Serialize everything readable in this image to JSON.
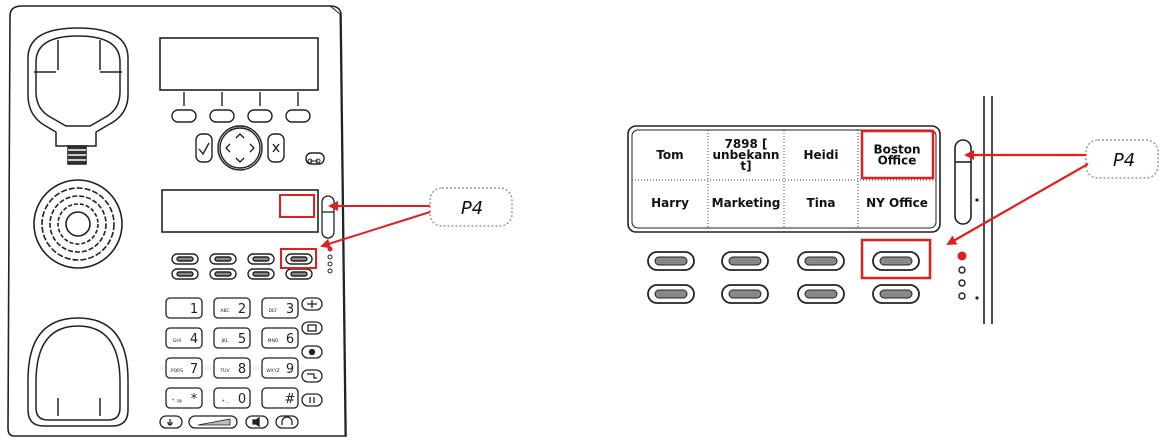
{
  "callout": {
    "label": "P4",
    "highlight_color": "#e02020"
  },
  "keypad": [
    {
      "digit": "1",
      "letters": ""
    },
    {
      "digit": "2",
      "letters": "ABC"
    },
    {
      "digit": "3",
      "letters": "DEF"
    },
    {
      "digit": "4",
      "letters": "GHI"
    },
    {
      "digit": "5",
      "letters": "JKL"
    },
    {
      "digit": "6",
      "letters": "MNO"
    },
    {
      "digit": "7",
      "letters": "PQRS"
    },
    {
      "digit": "8",
      "letters": "TUV"
    },
    {
      "digit": "9",
      "letters": "WXYZ"
    },
    {
      "digit": "*",
      "letters": "*.:@"
    },
    {
      "digit": "0",
      "letters": "+ _"
    },
    {
      "digit": "#",
      "letters": ""
    }
  ],
  "lcd_keys": {
    "top_row": [
      "Tom",
      "7898 [\nunbekann\nt]",
      "Heidi",
      "Boston\nOffice"
    ],
    "bottom_row": [
      "Harry",
      "Marketing",
      "Tina",
      "NY Office"
    ]
  },
  "icons": {
    "ok": "check-icon",
    "cancel": "x-icon",
    "voicemail": "voicemail-icon",
    "speaker": "speaker-icon",
    "headset": "headset-icon",
    "mute": "mic-icon",
    "volume": "volume-bar-icon"
  }
}
